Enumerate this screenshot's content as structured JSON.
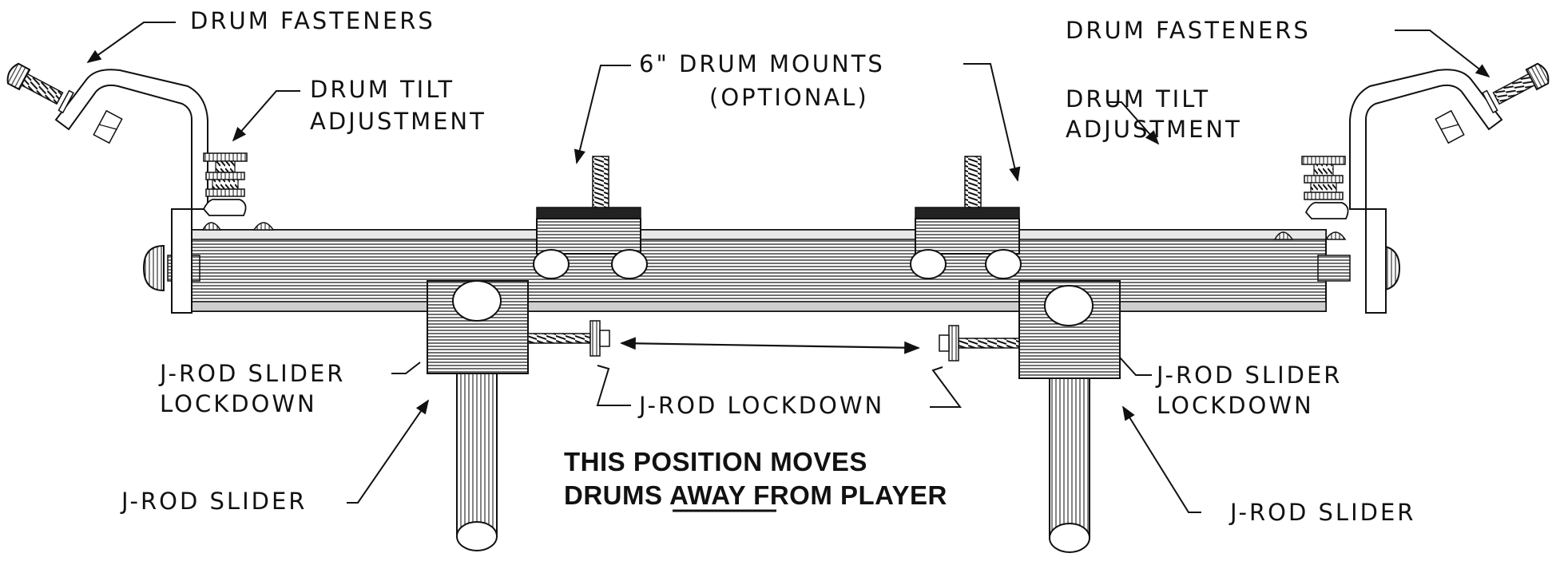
{
  "colors": {
    "ink": "#111111",
    "paper": "#ffffff",
    "steel": "#555555"
  },
  "labels": {
    "drum_fasteners_left": "DRUM  FASTENERS",
    "drum_fasteners_right": "DRUM  FASTENERS",
    "drum_mounts_line1": "6\"  DRUM  MOUNTS",
    "drum_mounts_line2": "(OPTIONAL)",
    "tilt_left_line1": "DRUM  TILT",
    "tilt_left_line2": "ADJUSTMENT",
    "tilt_right_line1": "DRUM  TILT",
    "tilt_right_line2": "ADJUSTMENT",
    "slider_lockdown_left_line1": "J-ROD  SLIDER",
    "slider_lockdown_left_line2": "LOCKDOWN",
    "slider_lockdown_right_line1": "J-ROD  SLIDER",
    "slider_lockdown_right_line2": "LOCKDOWN",
    "jrod_lockdown": "J-ROD  LOCKDOWN",
    "jrod_slider_left": "J-ROD  SLIDER",
    "jrod_slider_right": "J-ROD  SLIDER"
  },
  "note": {
    "line1": "THIS POSITION MOVES",
    "line2_prefix": "DRUMS ",
    "line2_emph": "AWAY",
    "line2_suffix": " FROM PLAYER"
  }
}
